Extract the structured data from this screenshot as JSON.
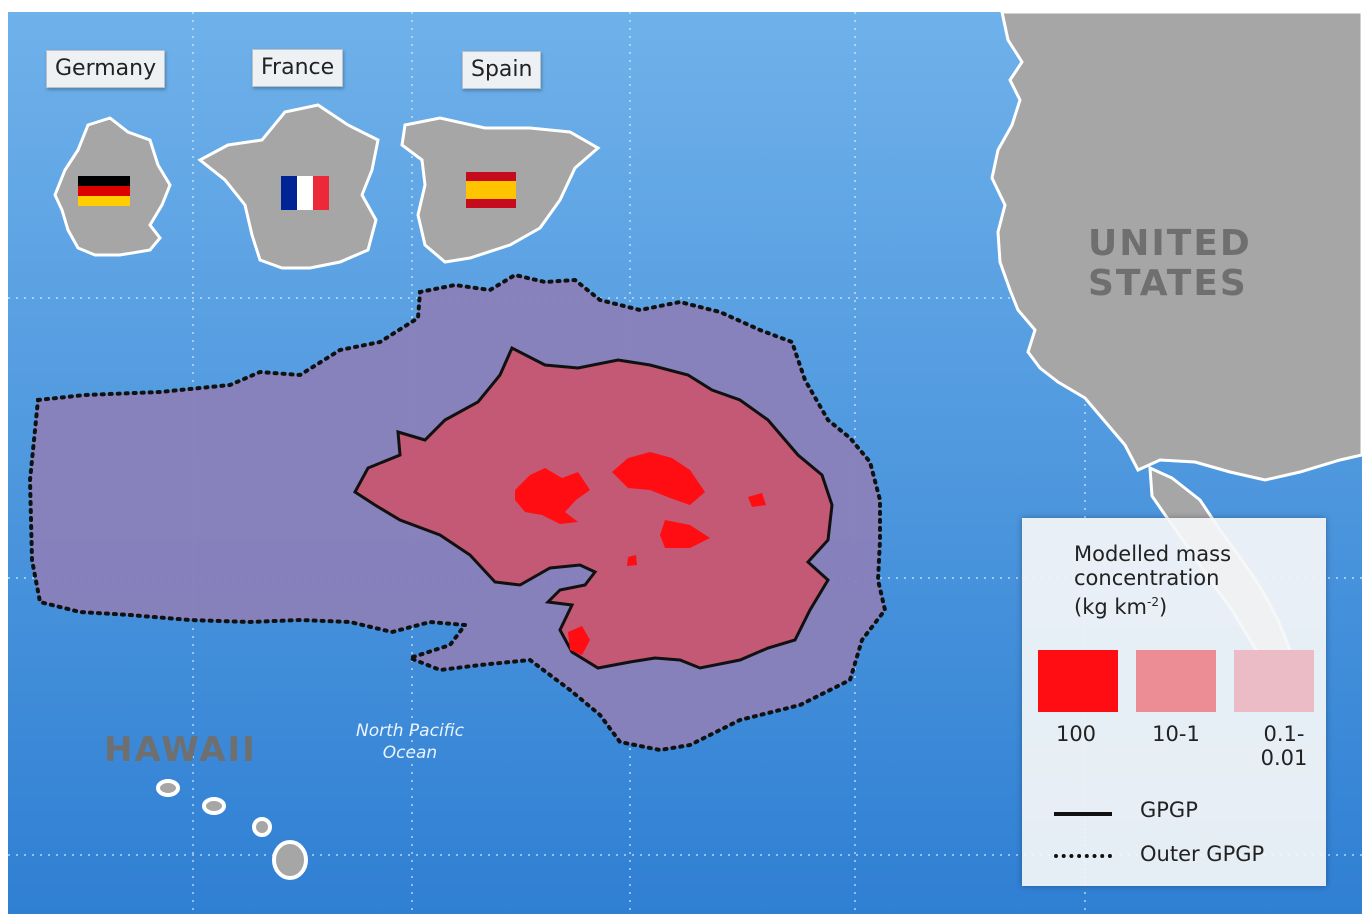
{
  "map": {
    "country_labels": [
      "Germany",
      "France",
      "Spain"
    ],
    "region_labels": {
      "usa_line1": "UNITED",
      "usa_line2": "STATES",
      "hawaii": "HAWAII"
    },
    "ocean_label": {
      "line1": "North Pacific",
      "line2": "Ocean"
    },
    "colors": {
      "ocean_top": "#6fb1ea",
      "ocean_bottom": "#2f7fd3",
      "land": "#a6a6a6",
      "outer_gpgp": "#8a80b9",
      "gpgp": "#c9566f",
      "high_concentration": "#ff0d12"
    },
    "flags": {
      "germany": [
        "#000000",
        "#dd0000",
        "#ffce00"
      ],
      "france": [
        "#002395",
        "#ffffff",
        "#ed2939"
      ],
      "spain": [
        "#c60b1e",
        "#ffc400",
        "#c60b1e"
      ]
    }
  },
  "legend": {
    "title_line1": "Modelled mass",
    "title_line2": "concentration",
    "title_line3": "(kg km",
    "title_sup": "-2",
    "title_end": ")",
    "swatches": [
      {
        "label_line1": "100",
        "label_line2": "",
        "color": "#ff0d12"
      },
      {
        "label_line1": "10-1",
        "label_line2": "",
        "color": "#ec8c95"
      },
      {
        "label_line1": "0.1-",
        "label_line2": "0.01",
        "color": "#ecbcc6"
      }
    ],
    "lines": [
      {
        "label": "GPGP",
        "style": "solid"
      },
      {
        "label": "Outer GPGP",
        "style": "dotted"
      }
    ]
  }
}
